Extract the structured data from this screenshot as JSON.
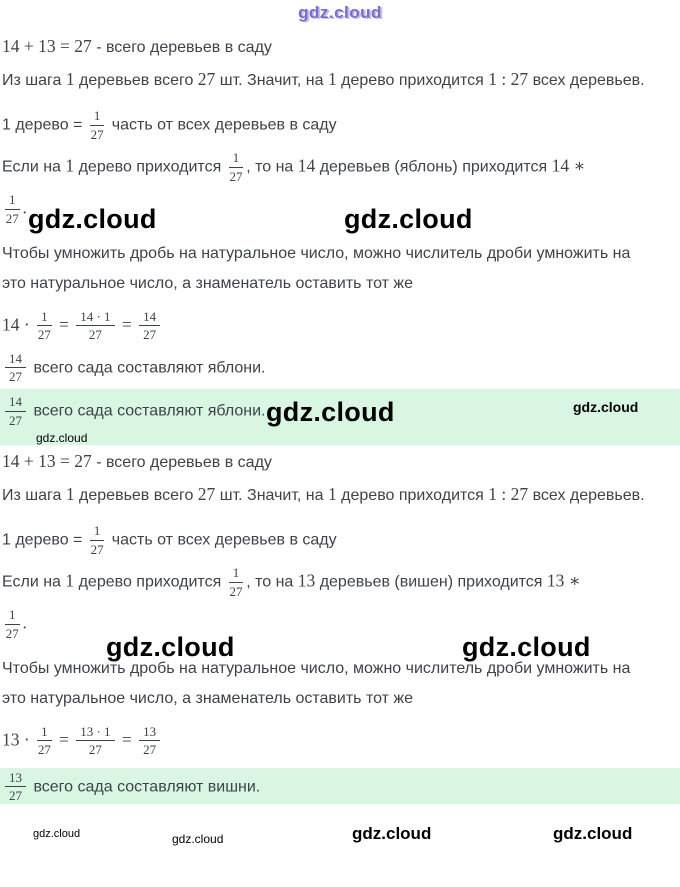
{
  "page": {
    "background": "#ffffff",
    "text_color": "#3d434b",
    "highlight_color": "#d9f6e2"
  },
  "watermark": {
    "label": "gdz.cloud",
    "top_color": "#7c6cc9",
    "big_color": "#000000"
  },
  "sections": [
    {
      "id": "apples",
      "total_line": [
        {
          "m": "14 + 13 = 27"
        },
        {
          "t": " - всего деревьев в саду"
        }
      ],
      "step_line": [
        {
          "t": "Из шага "
        },
        {
          "m": "1"
        },
        {
          "t": " деревьев всего "
        },
        {
          "m": "27"
        },
        {
          "t": " шт. Значит, на "
        },
        {
          "m": "1"
        },
        {
          "t": " дерево приходится "
        },
        {
          "m": "1 : 27"
        },
        {
          "t": " всех деревьев."
        }
      ],
      "one_tree_line": [
        {
          "t": "1 дерево = "
        },
        {
          "f": [
            "1",
            "27"
          ]
        },
        {
          "t": " часть от всех деревьев в саду"
        }
      ],
      "if_line": [
        {
          "t": "Если на "
        },
        {
          "m": "1"
        },
        {
          "t": " дерево приходится "
        },
        {
          "f": [
            "1",
            "27"
          ]
        },
        {
          "t": ", то на "
        },
        {
          "m": "14"
        },
        {
          "t": " деревьев (яблонь) приходится "
        },
        {
          "m": "14 ∗"
        }
      ],
      "cont_line": [
        {
          "f": [
            "1",
            "27"
          ]
        },
        {
          "m": "."
        }
      ],
      "rule_line": [
        {
          "t": "Чтобы умножить дробь на натуральное число, можно числитель дроби умножить на это натуральное число, а знаменатель оставить тот же"
        }
      ],
      "calc_line": [
        {
          "m": "14 · "
        },
        {
          "f": [
            "1",
            "27"
          ]
        },
        {
          "m": " = "
        },
        {
          "f": [
            "14 · 1",
            "27"
          ]
        },
        {
          "m": " = "
        },
        {
          "f": [
            "14",
            "27"
          ]
        }
      ],
      "result_line": [
        {
          "f": [
            "14",
            "27"
          ]
        },
        {
          "t": " всего сада составляют яблони."
        }
      ],
      "highlight_line": [
        {
          "f": [
            "14",
            "27"
          ]
        },
        {
          "t": " всего сада составляют яблони."
        }
      ]
    },
    {
      "id": "cherries",
      "total_line": [
        {
          "m": "14 + 13 = 27"
        },
        {
          "t": " - всего деревьев в саду"
        }
      ],
      "step_line": [
        {
          "t": "Из шага "
        },
        {
          "m": "1"
        },
        {
          "t": " деревьев всего "
        },
        {
          "m": "27"
        },
        {
          "t": " шт. Значит, на "
        },
        {
          "m": "1"
        },
        {
          "t": " дерево приходится "
        },
        {
          "m": "1 : 27"
        },
        {
          "t": " всех деревьев."
        }
      ],
      "one_tree_line": [
        {
          "t": "1 дерево = "
        },
        {
          "f": [
            "1",
            "27"
          ]
        },
        {
          "t": " часть от всех деревьев в саду"
        }
      ],
      "if_line": [
        {
          "t": "Если на "
        },
        {
          "m": "1"
        },
        {
          "t": " дерево приходится "
        },
        {
          "f": [
            "1",
            "27"
          ]
        },
        {
          "t": ", то на "
        },
        {
          "m": "13"
        },
        {
          "t": " деревьев (вишен) приходится "
        },
        {
          "m": "13 ∗"
        }
      ],
      "cont_line": [
        {
          "f": [
            "1",
            "27"
          ]
        },
        {
          "m": "."
        }
      ],
      "rule_line": [
        {
          "t": "Чтобы умножить дробь на натуральное число, можно числитель дроби умножить на это натуральное число, а знаменатель оставить тот же"
        }
      ],
      "calc_line": [
        {
          "m": "13 · "
        },
        {
          "f": [
            "1",
            "27"
          ]
        },
        {
          "m": " = "
        },
        {
          "f": [
            "13 · 1",
            "27"
          ]
        },
        {
          "m": " = "
        },
        {
          "f": [
            "13",
            "27"
          ]
        }
      ],
      "result_line": [
        {
          "f": [
            "13",
            "27"
          ]
        },
        {
          "t": " всего сада составляют вишни."
        }
      ],
      "highlight_line": [
        {
          "f": [
            "13",
            "27"
          ]
        },
        {
          "t": " всего сада составляют вишни."
        }
      ]
    }
  ]
}
